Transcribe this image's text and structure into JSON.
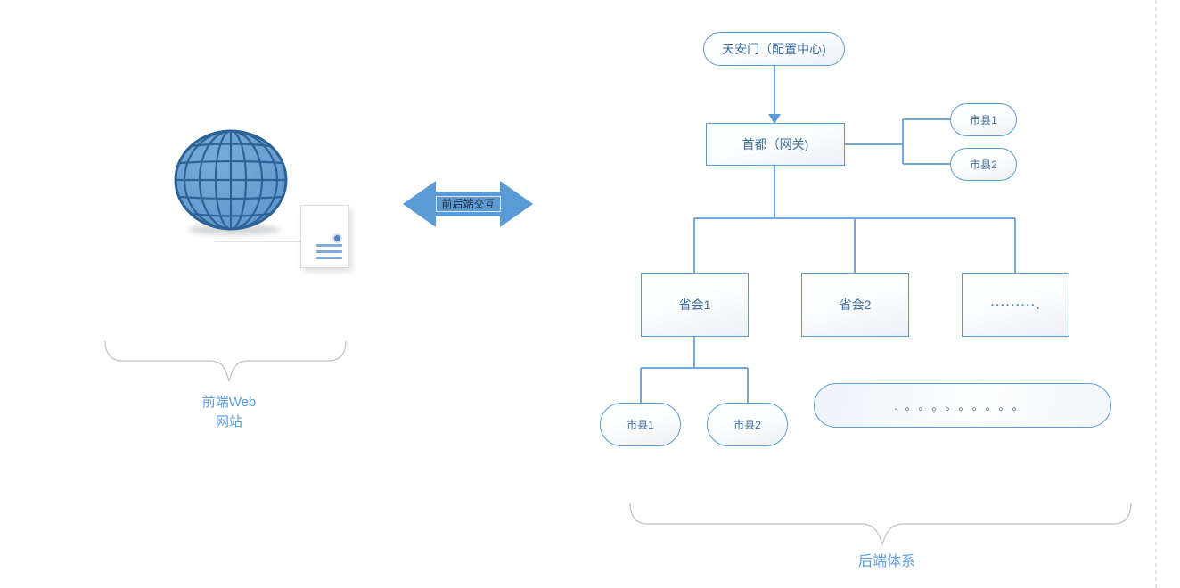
{
  "diagram_title": "frontend-backend architecture diagram",
  "frontend": {
    "brace_label_line1": "前端Web",
    "brace_label_line2": "网站"
  },
  "interaction": {
    "arrow_label": "前后端交互"
  },
  "backend": {
    "config_center": "天安门（配置中心)",
    "gateway": "首都（网关)",
    "gateway_children": [
      "市县1",
      "市县2"
    ],
    "provinces": [
      "省会1",
      "省会2",
      "·········."
    ],
    "province1_children": [
      "市县1",
      "市县2"
    ],
    "more_pill_dots": ".。。。。。。。。。",
    "brace_label": "后端体系"
  },
  "colors": {
    "accent_blue": "#5B9BD5",
    "node_text": "#3E6E9F",
    "globe_fill": "#5C95CB",
    "globe_line": "#2D6296",
    "brace_gray": "#BFBFBF",
    "page_break_gray": "#D8D8D8"
  }
}
